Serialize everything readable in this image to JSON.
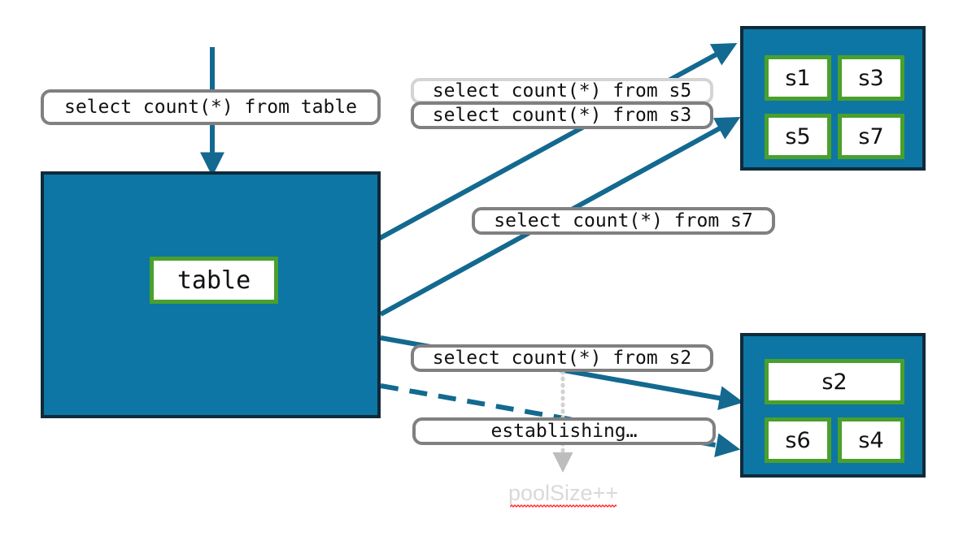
{
  "diagram": {
    "title": "Connection pool session diagram",
    "colors": {
      "pool_fill": "#0d76a4",
      "pool_border": "#102a3a",
      "node_border": "#4aa02c",
      "node_fill": "#ffffff",
      "arrow": "#13698f",
      "label_border": "#808080",
      "label_border_faded": "#d4d4d4",
      "annotation_text": "#d9d9d9",
      "spellcheck_underline": "#ff2b2b"
    },
    "labels": {
      "query_table": "select count(*) from table",
      "query_s5": "select count(*) from s5",
      "query_s3": "select count(*) from s3",
      "query_s7": "select count(*) from s7",
      "query_s2": "select count(*) from s2",
      "establishing": "establishing…",
      "pool_size_increment": "poolSize++"
    },
    "table_box": {
      "node_label": "table"
    },
    "pool_top": {
      "sessions": [
        "s1",
        "s3",
        "s5",
        "s7"
      ]
    },
    "pool_bottom": {
      "sessions": [
        "s2",
        "s6",
        "s4"
      ]
    }
  }
}
